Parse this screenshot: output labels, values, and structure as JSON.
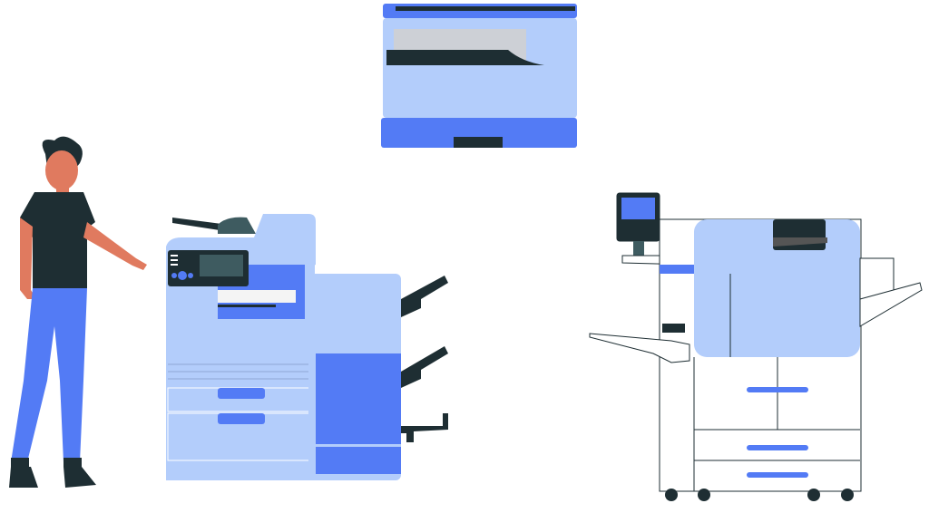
{
  "colors": {
    "light_blue": "#B3CDFB",
    "blue": "#537BF5",
    "dark": "#1E2E33",
    "skin": "#E07A5F",
    "white": "#FFFFFF",
    "paper": "#F4F4F4",
    "grey": "#CDD0D6"
  },
  "illustration": {
    "subjects": [
      "person-pointing",
      "compact-copier",
      "multifunction-copier",
      "production-printer"
    ]
  }
}
